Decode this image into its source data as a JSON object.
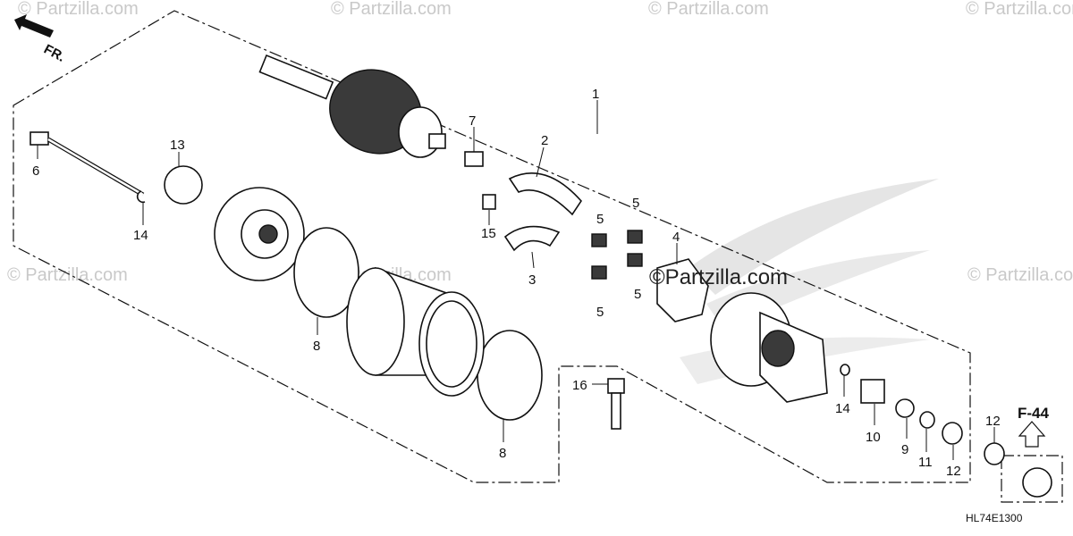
{
  "diagram": {
    "direction_label": "FR.",
    "reference_label": "F-44",
    "drawing_code": "HL74E1300",
    "watermark_text": "© Partzilla.com",
    "center_watermark_text": "©Partzilla.com",
    "callouts": [
      {
        "id": "c1",
        "text": "1"
      },
      {
        "id": "c2",
        "text": "2"
      },
      {
        "id": "c3",
        "text": "3"
      },
      {
        "id": "c4",
        "text": "4"
      },
      {
        "id": "c5a",
        "text": "5"
      },
      {
        "id": "c5b",
        "text": "5"
      },
      {
        "id": "c5c",
        "text": "5"
      },
      {
        "id": "c5d",
        "text": "5"
      },
      {
        "id": "c6",
        "text": "6"
      },
      {
        "id": "c7",
        "text": "7"
      },
      {
        "id": "c8a",
        "text": "8"
      },
      {
        "id": "c8b",
        "text": "8"
      },
      {
        "id": "c9",
        "text": "9"
      },
      {
        "id": "c10",
        "text": "10"
      },
      {
        "id": "c11",
        "text": "11"
      },
      {
        "id": "c12a",
        "text": "12"
      },
      {
        "id": "c12b",
        "text": "12"
      },
      {
        "id": "c13",
        "text": "13"
      },
      {
        "id": "c14a",
        "text": "14"
      },
      {
        "id": "c14b",
        "text": "14"
      },
      {
        "id": "c15",
        "text": "15"
      },
      {
        "id": "c16",
        "text": "16"
      }
    ]
  }
}
